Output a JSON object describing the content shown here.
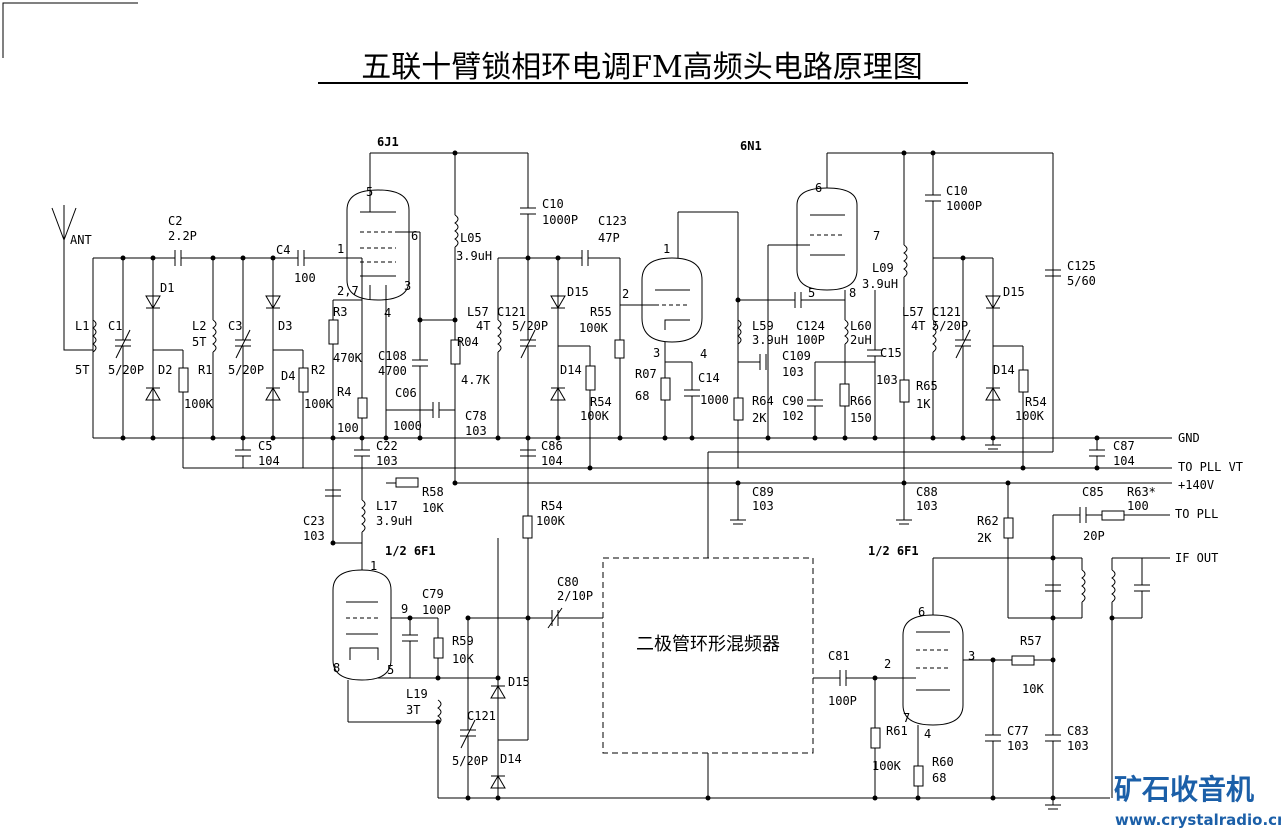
{
  "title": "五联十臂锁相环电调FM高频头电路原理图",
  "mixer_block": "二极管环形混频器",
  "logo": {
    "cn": "矿石收音机",
    "url": "www.crystalradio.cn",
    "color": "#1b5fa8"
  },
  "tubes": {
    "t1": "6J1",
    "t2": "6N1",
    "t3": "1/2 6F1",
    "t4": "1/2 6F1"
  },
  "rails": {
    "gnd": "GND",
    "pll_vt": "TO PLL VT",
    "b_plus": "+140V",
    "to_pll": "TO PLL",
    "if_out": "IF OUT"
  },
  "labels": [
    {
      "id": "ant",
      "text": "ANT"
    },
    {
      "id": "c2a",
      "text": "C2"
    },
    {
      "id": "c2b",
      "text": "2.2P"
    },
    {
      "id": "c4a",
      "text": "C4"
    },
    {
      "id": "c4b",
      "text": "100"
    },
    {
      "id": "d1",
      "text": "D1"
    },
    {
      "id": "l1",
      "text": "L1"
    },
    {
      "id": "l1v",
      "text": "5T"
    },
    {
      "id": "c1",
      "text": "C1"
    },
    {
      "id": "c1v",
      "text": "5/20P"
    },
    {
      "id": "d2",
      "text": "D2"
    },
    {
      "id": "l2",
      "text": "L2"
    },
    {
      "id": "l2v",
      "text": "5T"
    },
    {
      "id": "r1",
      "text": "R1"
    },
    {
      "id": "r1v",
      "text": "100K"
    },
    {
      "id": "c3",
      "text": "C3"
    },
    {
      "id": "c3v",
      "text": "5/20P"
    },
    {
      "id": "d3",
      "text": "D3"
    },
    {
      "id": "d4",
      "text": "D4"
    },
    {
      "id": "r2",
      "text": "R2"
    },
    {
      "id": "r2v",
      "text": "100K"
    },
    {
      "id": "c5",
      "text": "C5"
    },
    {
      "id": "c5v",
      "text": "104"
    },
    {
      "id": "p1",
      "text": "1"
    },
    {
      "id": "p27",
      "text": "2,7"
    },
    {
      "id": "p3",
      "text": "3"
    },
    {
      "id": "p4",
      "text": "4"
    },
    {
      "id": "p5",
      "text": "5"
    },
    {
      "id": "p6",
      "text": "6"
    },
    {
      "id": "r3",
      "text": "R3"
    },
    {
      "id": "r3v",
      "text": "470K"
    },
    {
      "id": "r4",
      "text": "R4"
    },
    {
      "id": "r4v",
      "text": "100"
    },
    {
      "id": "c108",
      "text": "C108"
    },
    {
      "id": "c108v",
      "text": "4700"
    },
    {
      "id": "c06",
      "text": "C06"
    },
    {
      "id": "c06v",
      "text": "1000"
    },
    {
      "id": "c22",
      "text": "C22"
    },
    {
      "id": "c22v",
      "text": "103"
    },
    {
      "id": "l05",
      "text": "L05"
    },
    {
      "id": "l05v",
      "text": "3.9uH"
    },
    {
      "id": "r04",
      "text": "R04"
    },
    {
      "id": "r04v",
      "text": "4.7K"
    },
    {
      "id": "c78",
      "text": "C78"
    },
    {
      "id": "c78v",
      "text": "103"
    },
    {
      "id": "l57",
      "text": "L57"
    },
    {
      "id": "l57v",
      "text": "4T"
    },
    {
      "id": "c121",
      "text": "C121"
    },
    {
      "id": "c121v",
      "text": "5/20P"
    },
    {
      "id": "c10",
      "text": "C10"
    },
    {
      "id": "c10v",
      "text": "1000P"
    },
    {
      "id": "c123",
      "text": "C123"
    },
    {
      "id": "c123v",
      "text": "47P"
    },
    {
      "id": "d15",
      "text": "D15"
    },
    {
      "id": "r55",
      "text": "R55"
    },
    {
      "id": "r55v",
      "text": "100K"
    },
    {
      "id": "d14",
      "text": "D14"
    },
    {
      "id": "r54",
      "text": "R54"
    },
    {
      "id": "r54v",
      "text": "100K"
    },
    {
      "id": "c86",
      "text": "C86"
    },
    {
      "id": "c86v",
      "text": "104"
    },
    {
      "id": "q1",
      "text": "1"
    },
    {
      "id": "q2",
      "text": "2"
    },
    {
      "id": "q3",
      "text": "3"
    },
    {
      "id": "q4",
      "text": "4"
    },
    {
      "id": "r07",
      "text": "R07"
    },
    {
      "id": "r07v",
      "text": "68"
    },
    {
      "id": "c14",
      "text": "C14"
    },
    {
      "id": "c14v",
      "text": "1000"
    },
    {
      "id": "l59",
      "text": "L59"
    },
    {
      "id": "l59v",
      "text": "3.9uH"
    },
    {
      "id": "r64",
      "text": "R64"
    },
    {
      "id": "r64v",
      "text": "2K"
    },
    {
      "id": "c109",
      "text": "C109"
    },
    {
      "id": "c109v",
      "text": "103"
    },
    {
      "id": "c124",
      "text": "C124"
    },
    {
      "id": "c124v",
      "text": "100P"
    },
    {
      "id": "c90",
      "text": "C90"
    },
    {
      "id": "c90v",
      "text": "102"
    },
    {
      "id": "l60",
      "text": "L60"
    },
    {
      "id": "l60v",
      "text": "2uH"
    },
    {
      "id": "r66",
      "text": "R66"
    },
    {
      "id": "r66v",
      "text": "150"
    },
    {
      "id": "c15",
      "text": "C15"
    },
    {
      "id": "c15v",
      "text": "103"
    },
    {
      "id": "s5",
      "text": "5"
    },
    {
      "id": "s6",
      "text": "6"
    },
    {
      "id": "s7",
      "text": "7"
    },
    {
      "id": "s8",
      "text": "8"
    },
    {
      "id": "l09",
      "text": "L09"
    },
    {
      "id": "l09v",
      "text": "3.9uH"
    },
    {
      "id": "c10b",
      "text": "C10"
    },
    {
      "id": "c10bv",
      "text": "1000P"
    },
    {
      "id": "l57b",
      "text": "L57"
    },
    {
      "id": "l57bv",
      "text": "4T"
    },
    {
      "id": "c121b",
      "text": "C121"
    },
    {
      "id": "c121bv",
      "text": "5/20P"
    },
    {
      "id": "r65",
      "text": "R65"
    },
    {
      "id": "r65v",
      "text": "1K"
    },
    {
      "id": "d15b",
      "text": "D15"
    },
    {
      "id": "d14b",
      "text": "D14"
    },
    {
      "id": "r54b",
      "text": "R54"
    },
    {
      "id": "r54bv",
      "text": "100K"
    },
    {
      "id": "c125",
      "text": "C125"
    },
    {
      "id": "c125v",
      "text": "5/60"
    },
    {
      "id": "c87",
      "text": "C87"
    },
    {
      "id": "c87v",
      "text": "104"
    },
    {
      "id": "c89",
      "text": "C89"
    },
    {
      "id": "c89v",
      "text": "103"
    },
    {
      "id": "c88",
      "text": "C88"
    },
    {
      "id": "c88v",
      "text": "103"
    },
    {
      "id": "r58",
      "text": "R58"
    },
    {
      "id": "r58v",
      "text": "10K"
    },
    {
      "id": "l17",
      "text": "L17"
    },
    {
      "id": "l17v",
      "text": "3.9uH"
    },
    {
      "id": "c23",
      "text": "C23"
    },
    {
      "id": "c23v",
      "text": "103"
    },
    {
      "id": "r54c",
      "text": "R54"
    },
    {
      "id": "r54cv",
      "text": "100K"
    },
    {
      "id": "u1",
      "text": "1"
    },
    {
      "id": "u8",
      "text": "8"
    },
    {
      "id": "u9",
      "text": "9"
    },
    {
      "id": "u5",
      "text": "5"
    },
    {
      "id": "c79",
      "text": "C79"
    },
    {
      "id": "c79v",
      "text": "100P"
    },
    {
      "id": "r59",
      "text": "R59"
    },
    {
      "id": "r59v",
      "text": "10K"
    },
    {
      "id": "c80",
      "text": "C80"
    },
    {
      "id": "c80v",
      "text": "2/10P"
    },
    {
      "id": "d15c",
      "text": "D15"
    },
    {
      "id": "l19",
      "text": "L19"
    },
    {
      "id": "l19v",
      "text": "3T"
    },
    {
      "id": "c121c",
      "text": "C121"
    },
    {
      "id": "c121cv",
      "text": "5/20P"
    },
    {
      "id": "d14c",
      "text": "D14"
    },
    {
      "id": "r62",
      "text": "R62"
    },
    {
      "id": "r62v",
      "text": "2K"
    },
    {
      "id": "c85",
      "text": "C85"
    },
    {
      "id": "c85v",
      "text": "20P"
    },
    {
      "id": "r63",
      "text": "R63*"
    },
    {
      "id": "r63v",
      "text": "100"
    },
    {
      "id": "c81",
      "text": "C81"
    },
    {
      "id": "c81v",
      "text": "100P"
    },
    {
      "id": "v2",
      "text": "2"
    },
    {
      "id": "v3",
      "text": "3"
    },
    {
      "id": "v4",
      "text": "4"
    },
    {
      "id": "v6",
      "text": "6"
    },
    {
      "id": "v7",
      "text": "7"
    },
    {
      "id": "r57",
      "text": "R57"
    },
    {
      "id": "r57v",
      "text": "10K"
    },
    {
      "id": "r61",
      "text": "R61"
    },
    {
      "id": "r61v",
      "text": "100K"
    },
    {
      "id": "r60",
      "text": "R60"
    },
    {
      "id": "r60v",
      "text": "68"
    },
    {
      "id": "c77",
      "text": "C77"
    },
    {
      "id": "c77v",
      "text": "103"
    },
    {
      "id": "c83",
      "text": "C83"
    },
    {
      "id": "c83v",
      "text": "103"
    }
  ]
}
